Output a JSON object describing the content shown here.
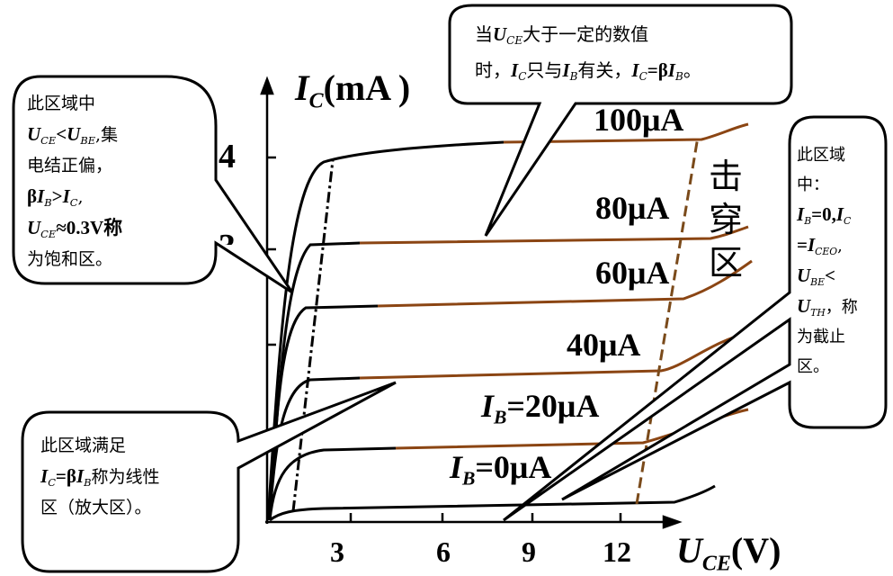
{
  "axes": {
    "y_label": {
      "sym": "I",
      "sub": "C",
      "unit": "(mA )"
    },
    "x_label": {
      "sym": "U",
      "sub": "CE",
      "unit": "(V)"
    },
    "x_ticks": [
      "3",
      "6",
      "9",
      "12"
    ],
    "y_ticks": [
      "4",
      "3"
    ]
  },
  "curves": [
    {
      "label": "100μA"
    },
    {
      "label": "80μA"
    },
    {
      "label": "60μA"
    },
    {
      "label": "40μA"
    },
    {
      "label_prefix": "I",
      "label_sub": "B",
      "label": "=20μA"
    },
    {
      "label_prefix": "I",
      "label_sub": "B",
      "label": "=0μA"
    }
  ],
  "breakdown_label": [
    "击",
    "穿",
    "区"
  ],
  "callouts": {
    "top": {
      "l1a": "当",
      "l1u": "U",
      "l1s": "CE",
      "l1b": "大于一定的数值",
      "l2a": "时，",
      "l2i": "I",
      "l2is": "C",
      "l2b": "只与",
      "l2ib": "I",
      "l2ibs": "B",
      "l2c": "有关，",
      "l2d": "I",
      "l2ds": "C",
      "l2e": "=β",
      "l2f": "I",
      "l2fs": "B",
      "l2g": "。"
    },
    "saturation": {
      "l1": "此区域中",
      "l2u": "U",
      "l2us": "CE",
      "l2lt": "<",
      "l2u2": "U",
      "l2u2s": "BE",
      "l2t": ",集",
      "l3": "电结正偏，",
      "l4a": "β",
      "l4i": "I",
      "l4is": "B",
      "l4gt": ">",
      "l4i2": "I",
      "l4i2s": "C",
      "l4c": ",",
      "l5u": "U",
      "l5us": "CE",
      "l5t": "≈0.3V称",
      "l6": "为饱和区。"
    },
    "linear": {
      "l1": "此区域满足",
      "l2i": "I",
      "l2is": "C",
      "l2e": "=β",
      "l2i2": "I",
      "l2i2s": "B",
      "l2t": "称为线性",
      "l3": "区（放大区）。"
    },
    "cutoff": {
      "l1": "此区域",
      "l2": "中：",
      "l3i": "I",
      "l3is": "B",
      "l3t": "=0,",
      "l3i2": "I",
      "l3i2s": "C",
      "l4e": "=",
      "l4i": "I",
      "l4is": "CEO",
      "l4c": ",",
      "l5u": "U",
      "l5us": "BE",
      "l5lt": "<",
      "l6u": "U",
      "l6us": "TH",
      "l6t": "，称",
      "l7": "为截止",
      "l8": "区。"
    }
  },
  "colors": {
    "curve_black": "#000000",
    "curve_brown": "#8B4513",
    "dash_brown": "#7a4a1a"
  }
}
